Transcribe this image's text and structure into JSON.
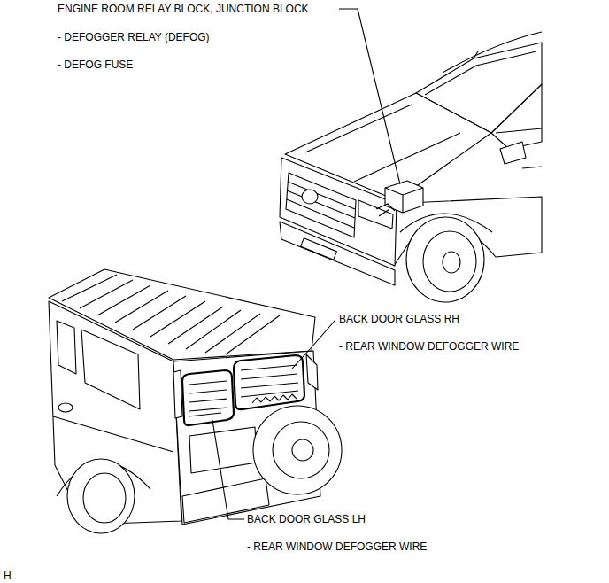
{
  "diagram": {
    "labels": [
      "ENGINE ROOM RELAY BLOCK, JUNCTION BLOCK",
      "- DEFOGGER RELAY (DEFOG)",
      "- DEFOG FUSE",
      "BACK DOOR GLASS RH",
      "- REAR WINDOW DEFOGGER WIRE",
      "BACK DOOR GLASS LH",
      "- REAR WINDOW DEFOGGER WIRE",
      "H"
    ]
  }
}
